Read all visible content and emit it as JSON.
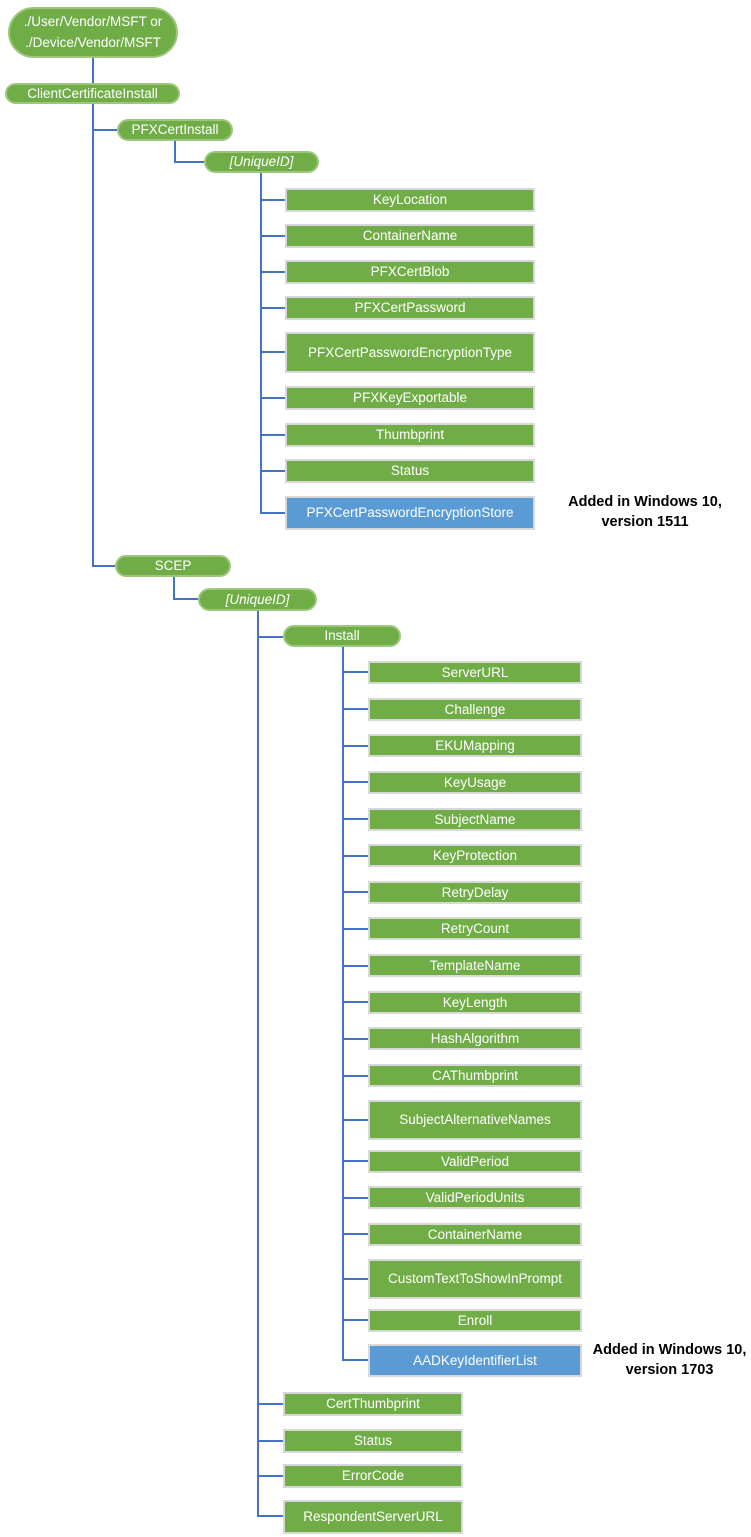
{
  "diagram": {
    "colors": {
      "node_green": "#70AD47",
      "node_blue": "#5B9BD5",
      "pill_border_green": "#9CC77D",
      "box_border_gray": "#D8D8D8",
      "connector_blue": "#4472C4",
      "node_text": "#FFFFFF",
      "annotation_text": "#000000"
    },
    "root": {
      "label": "./User/Vendor/MSFT or\n./Device/Vendor/MSFT"
    },
    "nodes": {
      "client_certificate_install": "ClientCertificateInstall",
      "pfx_cert_install": "PFXCertInstall",
      "pfx_unique_id": "[UniqueID]",
      "key_location": "KeyLocation",
      "container_name_pfx": "ContainerName",
      "pfx_cert_blob": "PFXCertBlob",
      "pfx_cert_password": "PFXCertPassword",
      "pfx_cert_password_encryption_type": "PFXCertPasswordEncryptionType",
      "pfx_key_exportable": "PFXKeyExportable",
      "thumbprint": "Thumbprint",
      "status_pfx": "Status",
      "pfx_cert_password_encryption_store": "PFXCertPasswordEncryptionStore",
      "scep": "SCEP",
      "scep_unique_id": "[UniqueID]",
      "install": "Install",
      "server_url": "ServerURL",
      "challenge": "Challenge",
      "eku_mapping": "EKUMapping",
      "key_usage": "KeyUsage",
      "subject_name": "SubjectName",
      "key_protection": "KeyProtection",
      "retry_delay": "RetryDelay",
      "retry_count": "RetryCount",
      "template_name": "TemplateName",
      "key_length": "KeyLength",
      "hash_algorithm": "HashAlgorithm",
      "ca_thumbprint": "CAThumbprint",
      "subject_alternative_names": "SubjectAlternativeNames",
      "valid_period": "ValidPeriod",
      "valid_period_units": "ValidPeriodUnits",
      "container_name_scep": "ContainerName",
      "custom_text_to_show_in_prompt": "CustomTextToShowInPrompt",
      "enroll": "Enroll",
      "aad_key_identifier_list": "AADKeyIdentifierList",
      "cert_thumbprint": "CertThumbprint",
      "status_scep": "Status",
      "error_code": "ErrorCode",
      "respondent_server_url": "RespondentServerURL"
    },
    "annotations": {
      "encryption_store": "Added in Windows 10,\nversion 1511",
      "aad_key_identifier_list": "Added in Windows 10,\nversion 1703"
    }
  }
}
